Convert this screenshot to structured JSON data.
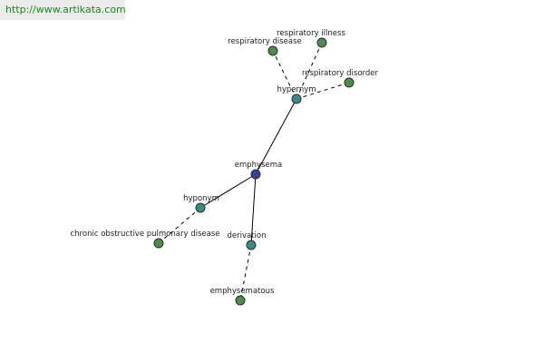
{
  "banner": {
    "text": "http://www.artikata.com"
  },
  "colors": {
    "center": "#3b3f9c",
    "relation": "#3a8b86",
    "term": "#4f8a4f"
  },
  "graph": {
    "nodes": [
      {
        "id": "emphysema",
        "label": "emphysema",
        "kind": "center"
      },
      {
        "id": "hypernym",
        "label": "hypernym",
        "kind": "relation"
      },
      {
        "id": "hyponym",
        "label": "hyponym",
        "kind": "relation"
      },
      {
        "id": "derivation",
        "label": "derivation",
        "kind": "relation"
      },
      {
        "id": "resp-disease",
        "label": "respiratory disease",
        "kind": "term"
      },
      {
        "id": "resp-illness",
        "label": "respiratory illness",
        "kind": "term"
      },
      {
        "id": "resp-disorder",
        "label": "respiratory disorder",
        "kind": "term"
      },
      {
        "id": "copd",
        "label": "chronic obstructive pulmonary disease",
        "kind": "term"
      },
      {
        "id": "emphysematous",
        "label": "emphysematous",
        "kind": "term"
      }
    ],
    "edges": [
      {
        "from": "emphysema",
        "to": "hypernym",
        "style": "solid"
      },
      {
        "from": "emphysema",
        "to": "hyponym",
        "style": "solid"
      },
      {
        "from": "emphysema",
        "to": "derivation",
        "style": "solid"
      },
      {
        "from": "hypernym",
        "to": "resp-disease",
        "style": "dashed"
      },
      {
        "from": "hypernym",
        "to": "resp-illness",
        "style": "dashed"
      },
      {
        "from": "hypernym",
        "to": "resp-disorder",
        "style": "dashed"
      },
      {
        "from": "hyponym",
        "to": "copd",
        "style": "dashed"
      },
      {
        "from": "derivation",
        "to": "emphysematous",
        "style": "dashed"
      }
    ]
  }
}
